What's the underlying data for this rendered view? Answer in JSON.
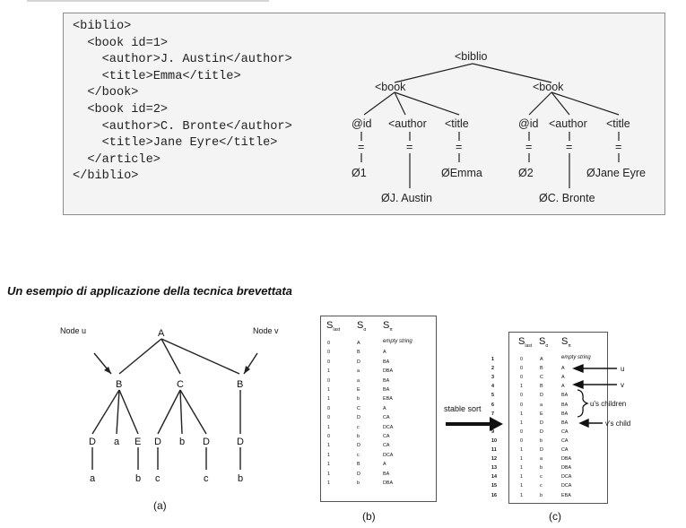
{
  "xml": {
    "lines": [
      "<biblio>",
      "  <book id=1>",
      "    <author>J. Austin</author>",
      "    <title>Emma</title>",
      "  </book>",
      "  <book id=2>",
      "    <author>C. Bronte</author>",
      "    <title>Jane Eyre</title>",
      "  </article>",
      "</biblio>"
    ]
  },
  "xml_tree": {
    "root": "<biblio",
    "book1": {
      "label": "<book",
      "children": [
        "@id",
        "<author",
        "<title"
      ],
      "values": [
        "Ø1",
        "ØJ. Austin",
        "ØEmma"
      ],
      "connector": "="
    },
    "book2": {
      "label": "<book",
      "children": [
        "@id",
        "<author",
        "<title"
      ],
      "values": [
        "Ø2",
        "ØC. Bronte",
        "ØJane Eyre"
      ],
      "connector": "="
    }
  },
  "heading": "Un esempio di applicazione della tecnica brevettata",
  "figure_a": {
    "nodes": {
      "A": "A",
      "B1": "B",
      "C": "C",
      "B2": "B",
      "D1": "D",
      "a1": "a",
      "E": "E",
      "D2": "D",
      "b1": "b",
      "D3": "D",
      "D4": "D",
      "a2": "a",
      "b2": "b",
      "c1": "c",
      "c2": "c",
      "b3": "b"
    },
    "node_u_label": "Node u",
    "node_v_label": "Node v",
    "caption": "(a)"
  },
  "figure_b": {
    "headers": {
      "last": "S",
      "last_sub": "last",
      "a": "S",
      "a_sub": "α",
      "pi": "S",
      "pi_sub": "π"
    },
    "empty_string": "empty string",
    "rows": [
      [
        "0",
        "A",
        ""
      ],
      [
        "0",
        "B",
        "A"
      ],
      [
        "0",
        "D",
        "BA"
      ],
      [
        "1",
        "a",
        "DBA"
      ],
      [
        "0",
        "a",
        "BA"
      ],
      [
        "1",
        "E",
        "BA"
      ],
      [
        "1",
        "b",
        "EBA"
      ],
      [
        "0",
        "C",
        "A"
      ],
      [
        "0",
        "D",
        "CA"
      ],
      [
        "1",
        "c",
        "DCA"
      ],
      [
        "0",
        "b",
        "CA"
      ],
      [
        "1",
        "D",
        "CA"
      ],
      [
        "1",
        "c",
        "DCA"
      ],
      [
        "1",
        "B",
        "A"
      ],
      [
        "1",
        "D",
        "BA"
      ],
      [
        "1",
        "b",
        "DBA"
      ]
    ],
    "arrow_label": "stable sort",
    "caption": "(b)"
  },
  "figure_c": {
    "headers": {
      "last": "S",
      "last_sub": "last",
      "a": "S",
      "a_sub": "α",
      "pi": "S",
      "pi_sub": "π"
    },
    "empty_string": "empty string",
    "rows": [
      [
        "1",
        "0",
        "A",
        ""
      ],
      [
        "2",
        "0",
        "B",
        "A"
      ],
      [
        "3",
        "0",
        "C",
        "A"
      ],
      [
        "4",
        "1",
        "B",
        "A"
      ],
      [
        "5",
        "0",
        "D",
        "BA"
      ],
      [
        "6",
        "0",
        "a",
        "BA"
      ],
      [
        "7",
        "1",
        "E",
        "BA"
      ],
      [
        "8",
        "1",
        "D",
        "BA"
      ],
      [
        "9",
        "0",
        "D",
        "CA"
      ],
      [
        "10",
        "0",
        "b",
        "CA"
      ],
      [
        "11",
        "1",
        "D",
        "CA"
      ],
      [
        "12",
        "1",
        "a",
        "DBA"
      ],
      [
        "13",
        "1",
        "b",
        "DBA"
      ],
      [
        "14",
        "1",
        "c",
        "DCA"
      ],
      [
        "15",
        "1",
        "c",
        "DCA"
      ],
      [
        "16",
        "1",
        "b",
        "EBA"
      ]
    ],
    "annot_u": "u",
    "annot_v": "v",
    "annot_children": "u's children",
    "annot_child": "v's child",
    "caption": "(c)"
  }
}
